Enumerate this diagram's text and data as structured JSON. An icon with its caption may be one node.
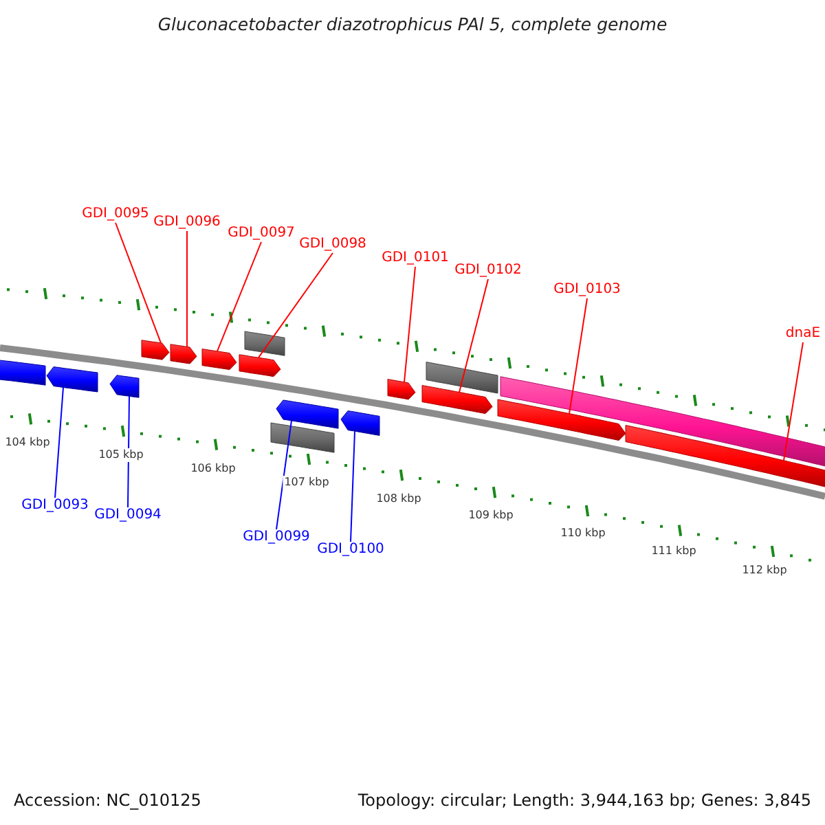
{
  "diagram": {
    "title": "Gluconacetobacter diazotrophicus PAl 5, complete genome",
    "nodes": [
      {
        "text": [
          "GDI_0095"
        ]
      },
      {
        "text": [
          "GDI_0096"
        ]
      },
      {
        "text": [
          "GDI_0097"
        ]
      },
      {
        "text": [
          "GDI_0098"
        ]
      },
      {
        "text": [
          "GDI_0101"
        ]
      },
      {
        "text": [
          "GDI_0102"
        ]
      },
      {
        "text": [
          "GDI_0103"
        ]
      },
      {
        "text": [
          "dnaE"
        ]
      },
      {
        "text": [],
        "shape": "pentagon"
      },
      {
        "text": [],
        "shape": "pentagon"
      },
      {
        "text": [],
        "shape": "pentagon"
      },
      {
        "text": [],
        "shape": "pentagon"
      },
      {
        "text": [],
        "shape": "pentagon"
      },
      {
        "text": [],
        "shape": "pentagon"
      },
      {
        "text": [],
        "shape": "pentagon"
      },
      {
        "text": [],
        "shape": "bar"
      },
      {
        "text": [],
        "shape": "bar"
      },
      {
        "text": [],
        "shape": "pentagon"
      },
      {
        "text": [],
        "shape": "pentagon"
      },
      {
        "text": [],
        "shape": "pentagon"
      },
      {
        "text": [],
        "shape": "pentagon"
      },
      {
        "text": [],
        "shape": "bar"
      },
      {
        "text": [],
        "shape": "pentagon"
      },
      {
        "text": [],
        "shape": "bar"
      },
      {
        "text": [],
        "shape": "pentagon"
      },
      {
        "text": [
          "GDI_0093"
        ]
      },
      {
        "text": [
          "GDI_0094"
        ]
      },
      {
        "text": [
          "GDI_0099"
        ]
      },
      {
        "text": [
          "GDI_0100"
        ]
      }
    ],
    "edges": [
      {
        "from": 0,
        "to": 11,
        "arrow": "none",
        "color": "#ff0000"
      },
      {
        "from": 1,
        "to": 12,
        "arrow": "none",
        "color": "#ff0000"
      },
      {
        "from": 2,
        "to": 13,
        "arrow": "none",
        "color": "#ff0000"
      },
      {
        "from": 3,
        "to": 14,
        "arrow": "none",
        "color": "#ff0000"
      },
      {
        "from": 4,
        "to": 19,
        "arrow": "none",
        "color": "#ff0000"
      },
      {
        "from": 5,
        "to": 20,
        "arrow": "none",
        "color": "#ff0000"
      },
      {
        "from": 6,
        "to": 22,
        "arrow": "none",
        "color": "#ff0000"
      },
      {
        "from": 7,
        "to": 24,
        "arrow": "none",
        "color": "#ff0000"
      },
      {
        "from": 25,
        "to": 9,
        "arrow": "none",
        "color": "#0000ff"
      },
      {
        "from": 26,
        "to": 10,
        "arrow": "none",
        "color": "#0000ff"
      },
      {
        "from": 27,
        "to": 17,
        "arrow": "none",
        "color": "#0000ff"
      },
      {
        "from": 28,
        "to": 18,
        "arrow": "none",
        "color": "#0000ff"
      }
    ],
    "labels": [
      "104 kbp",
      "105 kbp",
      "106 kbp",
      "107 kbp",
      "108 kbp",
      "109 kbp",
      "110 kbp",
      "111 kbp",
      "112 kbp",
      "Accession: NC_010125",
      "Topology: circular; Length: 3,944,163 bp; Genes: 3,845"
    ]
  }
}
